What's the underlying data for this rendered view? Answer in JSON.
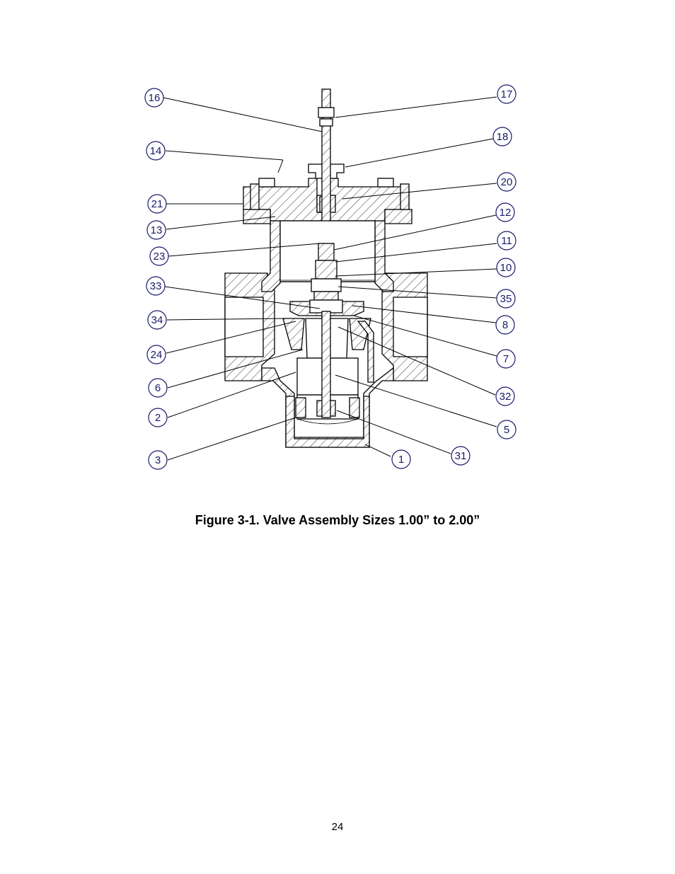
{
  "figure": {
    "caption": "Figure 3-1.  Valve Assembly Sizes 1.00” to 2.00”",
    "callouts": [
      "16",
      "17",
      "14",
      "18",
      "20",
      "21",
      "12",
      "13",
      "11",
      "23",
      "10",
      "33",
      "35",
      "34",
      "8",
      "24",
      "7",
      "6",
      "32",
      "2",
      "5",
      "31",
      "3",
      "1"
    ]
  },
  "page": {
    "number": "24"
  }
}
